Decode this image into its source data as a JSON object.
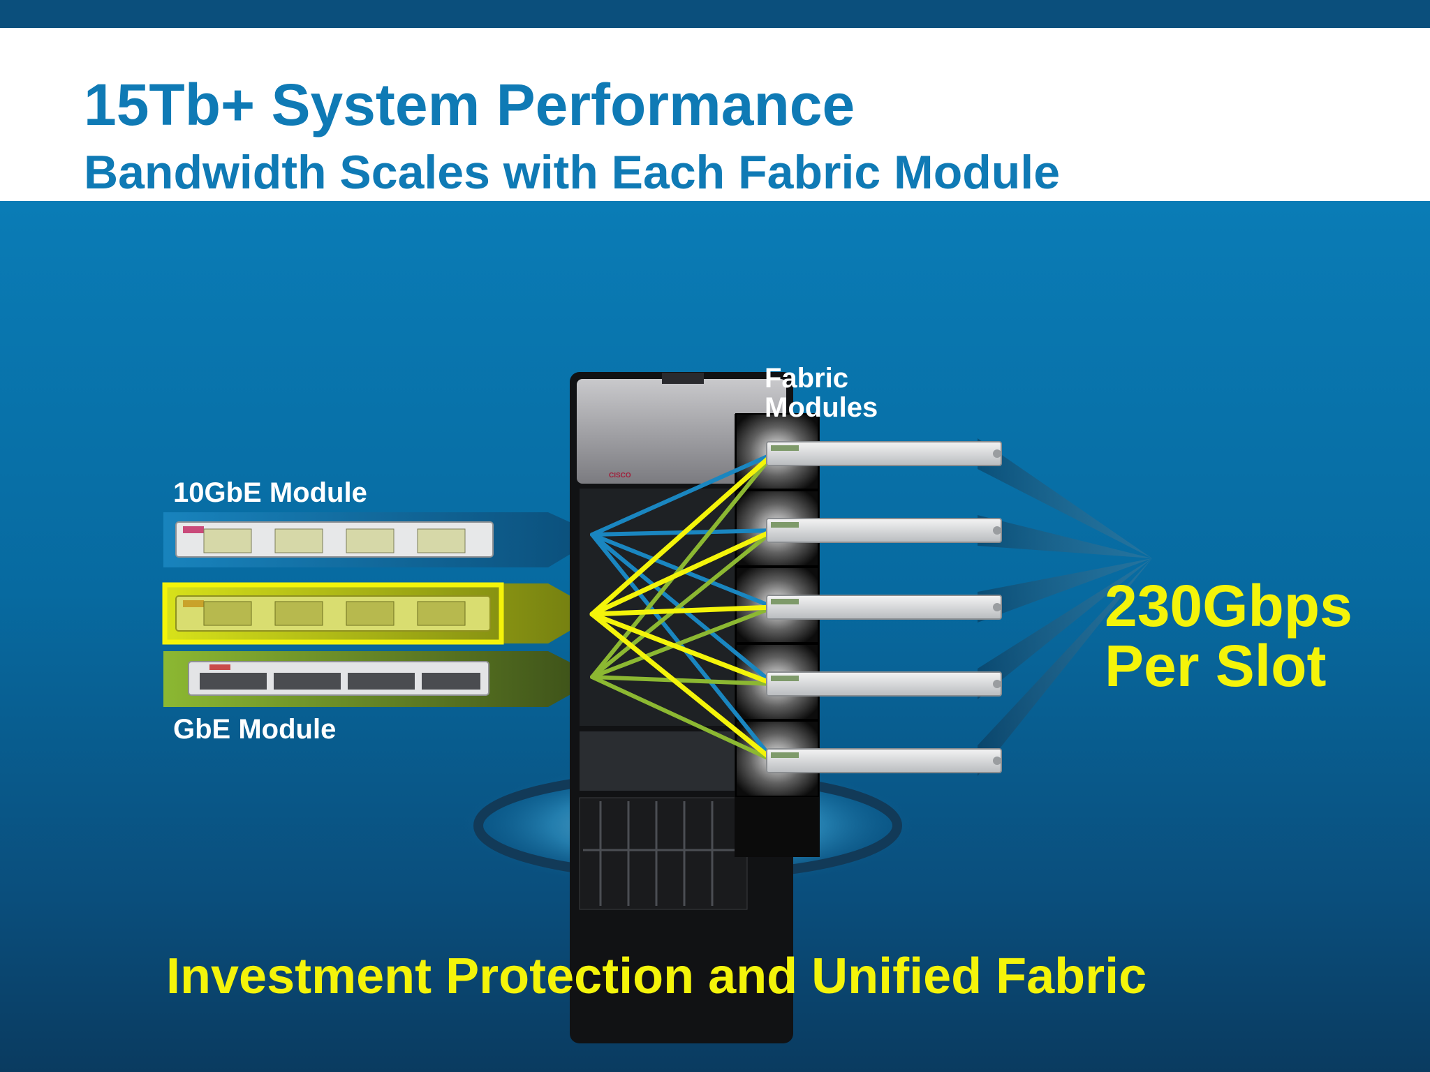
{
  "header": {
    "title": "15Tb+ System Performance",
    "subtitle": "Bandwidth Scales with Each Fabric Module"
  },
  "diagram": {
    "module_10gbe_label": "10GbE Module",
    "module_gbe_label": "GbE Module",
    "fabric_label_line1": "Fabric",
    "fabric_label_line2": "Modules",
    "bandwidth_value": "230Gbps",
    "bandwidth_unit": "Per Slot",
    "brand_logo_text": "CISCO",
    "fabric_module_count": 5
  },
  "footer": {
    "tagline": "Investment Protection and Unified Fabric"
  },
  "colors": {
    "title": "#0f7ab5",
    "highlight_yellow": "#f4f40a",
    "link_blue": "#1a86c0",
    "link_green": "#8cb832",
    "background": "#0a5a8a"
  }
}
